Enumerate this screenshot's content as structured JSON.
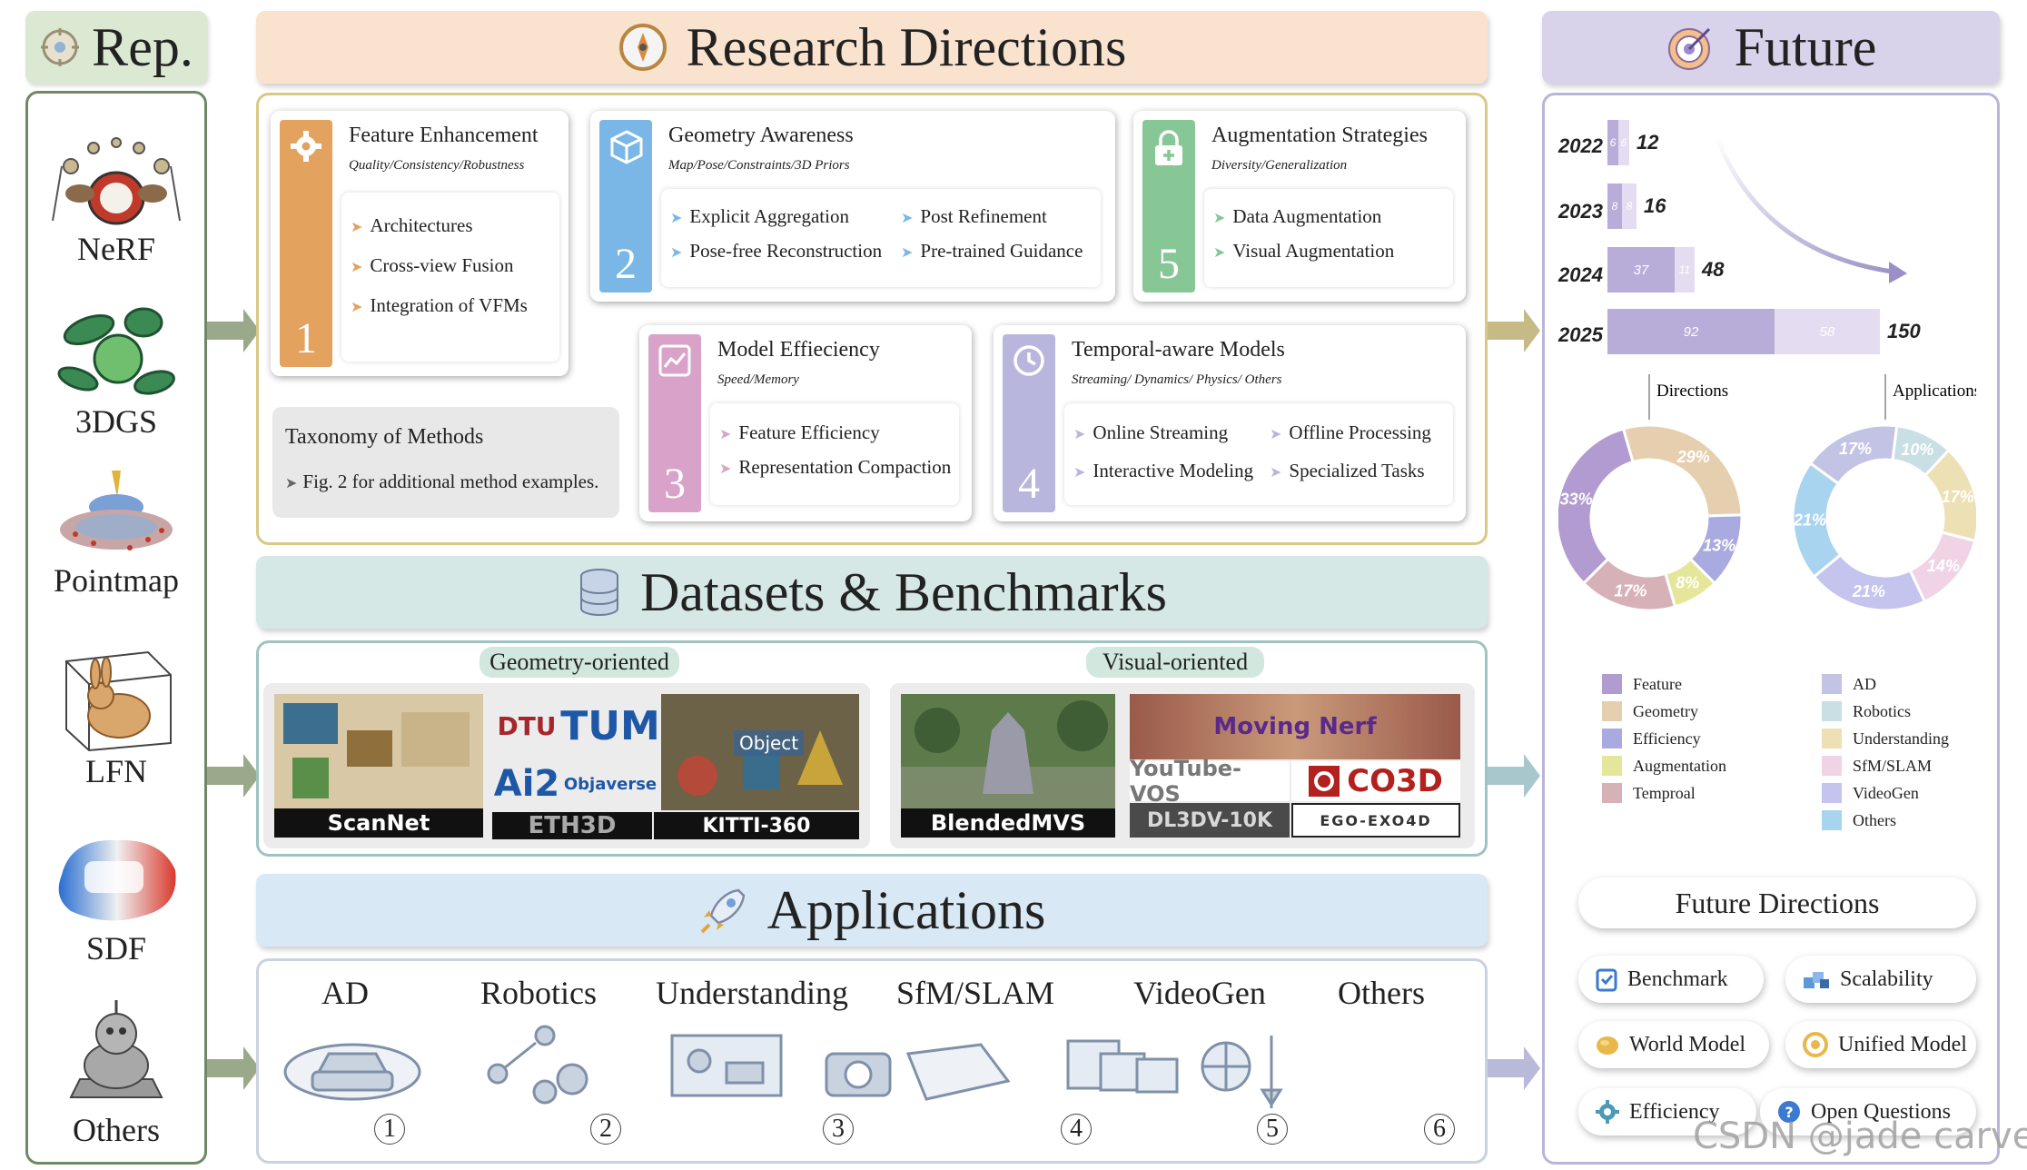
{
  "left": {
    "header": "Rep.",
    "items": [
      "NeRF",
      "3DGS",
      "Pointmap",
      "LFN",
      "SDF",
      "Others"
    ]
  },
  "research": {
    "header": "Research Directions",
    "cards": [
      {
        "number": "1",
        "title": "Feature Enhancement",
        "subtitle": "Quality/Consistency/Robustness",
        "bullets": [
          "Architectures",
          "Cross-view Fusion",
          "Integration of VFMs"
        ]
      },
      {
        "number": "2",
        "title": "Geometry Awareness",
        "subtitle": "Map/Pose/Constraints/3D Priors",
        "bullets": [
          "Explicit  Aggregation",
          "Post Refinement",
          "Pose-free Reconstruction",
          "Pre-trained Guidance"
        ]
      },
      {
        "number": "5",
        "title": "Augmentation Strategies",
        "subtitle": "Diversity/Generalization",
        "bullets": [
          "Data Augmentation",
          "Visual Augmentation"
        ]
      },
      {
        "number": "3",
        "title": "Model Effieciency",
        "subtitle": "Speed/Memory",
        "bullets": [
          "Feature Efficiency",
          "Representation Compaction"
        ]
      },
      {
        "number": "4",
        "title": "Temporal-aware Models",
        "subtitle": "Streaming/ Dynamics/ Physics/ Others",
        "bullets": [
          "Online Streaming",
          "Offline Processing",
          "Interactive Modeling",
          "Specialized Tasks"
        ]
      }
    ],
    "taxonomy": {
      "title": "Taxonomy of Methods",
      "note": "Fig. 2 for additional method examples."
    }
  },
  "datasets": {
    "header": "Datasets & Benchmarks",
    "geometry_tag": "Geometry-oriented",
    "visual_tag": "Visual-oriented",
    "geometry": [
      "ScanNet",
      "DTU",
      "TUM",
      "Ai2",
      "Objaverse",
      "Object",
      "ETH3D",
      "KITTI-360"
    ],
    "visual": [
      "BlendedMVS",
      "Moving Nerf",
      "YouTube-VOS",
      "CO3D",
      "DL3DV-10K",
      "EGO-EXO4D"
    ]
  },
  "applications": {
    "header": "Applications",
    "items": [
      {
        "label": "AD",
        "number": "1"
      },
      {
        "label": "Robotics",
        "number": "2"
      },
      {
        "label": "Understanding",
        "number": "3"
      },
      {
        "label": "SfM/SLAM",
        "number": "4"
      },
      {
        "label": "VideoGen",
        "number": "5"
      },
      {
        "label": "Others",
        "number": "6"
      }
    ]
  },
  "future": {
    "header": "Future",
    "donut_labels": {
      "left": "Directions",
      "right": "Applications"
    },
    "legend_left": [
      "Feature",
      "Geometry",
      "Efficiency",
      "Augmentation",
      "Temproal"
    ],
    "legend_right": [
      "AD",
      "Robotics",
      "Understanding",
      "SfM/SLAM",
      "VideoGen",
      "Others"
    ],
    "directions_title": "Future Directions",
    "directions": [
      "Benchmark",
      "Scalability",
      "World Model",
      "Unified Model",
      "Efficiency",
      "Open Questions"
    ]
  },
  "watermark": "CSDN @jade carver",
  "chart_data": [
    {
      "type": "bar",
      "categories": [
        "2022",
        "2023",
        "2024",
        "2025"
      ],
      "series": [
        {
          "values": [
            6,
            8,
            37,
            92
          ]
        },
        {
          "values": [
            6,
            8,
            11,
            58
          ]
        }
      ],
      "totals": [
        12,
        16,
        48,
        150
      ],
      "stacked": true,
      "orientation": "horizontal"
    },
    {
      "type": "pie",
      "title": "Directions",
      "labels": [
        "Feature",
        "Geometry",
        "Efficiency",
        "Augmentation",
        "Temproal"
      ],
      "values": [
        33,
        29,
        13,
        8,
        17
      ]
    },
    {
      "type": "pie",
      "title": "Applications",
      "labels": [
        "AD",
        "Robotics",
        "Understanding",
        "SfM/SLAM",
        "VideoGen",
        "Others"
      ],
      "values": [
        17,
        10,
        17,
        14,
        21,
        21
      ]
    }
  ]
}
